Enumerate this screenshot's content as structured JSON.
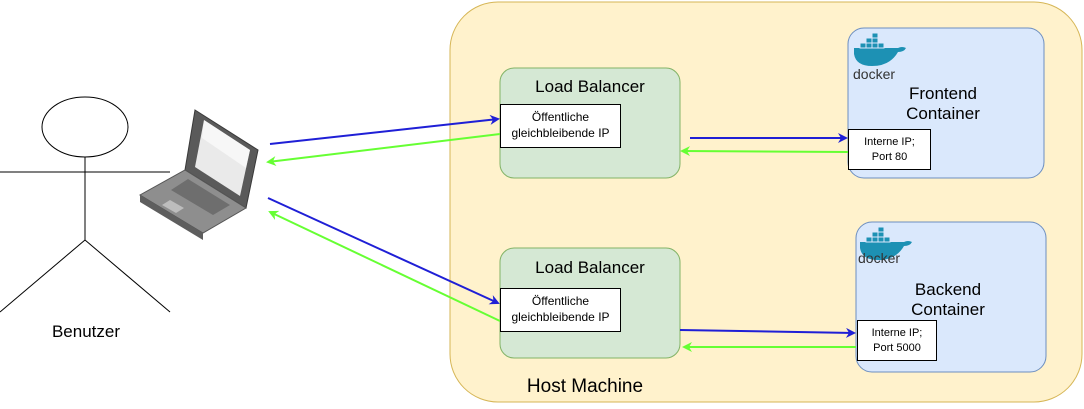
{
  "actor": {
    "label": "Benutzer"
  },
  "host": {
    "label": "Host Machine"
  },
  "lb_top": {
    "title": "Load Balancer",
    "ip_line1": "Öffentliche",
    "ip_line2": "gleichbleibende IP"
  },
  "lb_bottom": {
    "title": "Load Balancer",
    "ip_line1": "Öffentliche",
    "ip_line2": "gleichbleibende IP"
  },
  "frontend": {
    "title_line1": "Frontend",
    "title_line2": "Container",
    "ip_line1": "Interne IP;",
    "ip_line2": "Port 80",
    "logo_text": "docker"
  },
  "backend": {
    "title_line1": "Backend",
    "title_line2": "Container",
    "ip_line1": "Interne IP;",
    "ip_line2": "Port 5000",
    "logo_text": "docker"
  },
  "colors": {
    "request": "#1f1fd6",
    "response": "#66ff33",
    "host_fill": "#fff2cc",
    "host_stroke": "#d6b656",
    "lb_fill": "#d5e8d4",
    "lb_stroke": "#82b366",
    "container_fill": "#dae8fc",
    "container_stroke": "#6c8ebf",
    "docker_blue": "#1d91b4"
  }
}
